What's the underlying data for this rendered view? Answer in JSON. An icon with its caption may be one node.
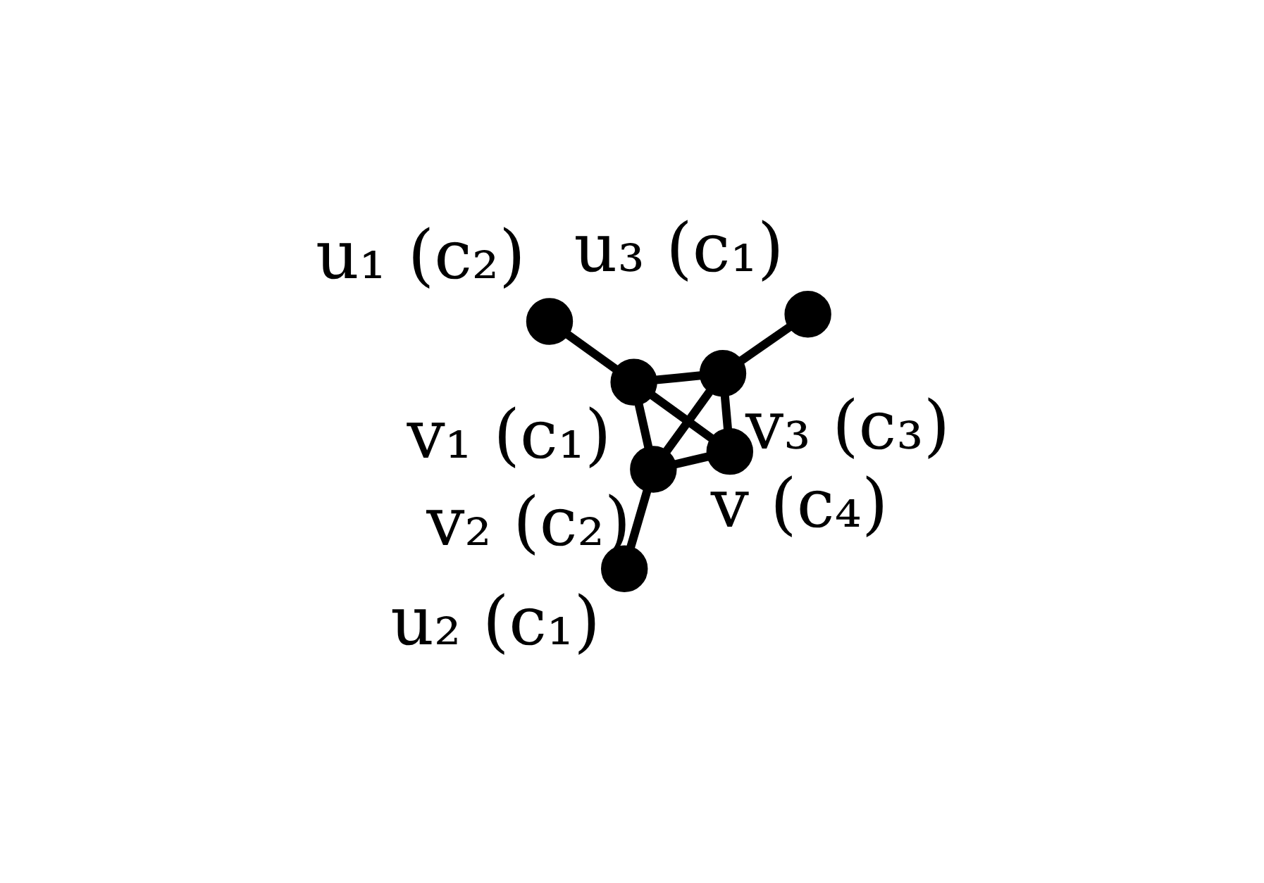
{
  "diagram": {
    "nodes": [
      {
        "text": [
          "u₁"
        ],
        "beside": [
          "(c₂)"
        ]
      },
      {
        "text": [
          "v₁"
        ],
        "beside": [
          "(c₁)"
        ]
      },
      {
        "text": [
          "v"
        ],
        "beside": [
          "(c₄)"
        ]
      },
      {
        "text": [
          "v₂"
        ],
        "beside": [
          "(c₂)"
        ]
      },
      {
        "text": [
          "v₃"
        ],
        "beside": [
          "(c₃)"
        ]
      },
      {
        "text": [
          "u₃"
        ],
        "beside": [
          "(c₁)"
        ]
      },
      {
        "text": [
          "u₂"
        ],
        "beside": [
          "(c₁)"
        ]
      }
    ],
    "edges": [
      {
        "from": 0,
        "to": 1,
        "arrow": "none"
      },
      {
        "from": 1,
        "to": 2,
        "arrow": "none"
      },
      {
        "from": 1,
        "to": 3,
        "arrow": "none"
      },
      {
        "from": 1,
        "to": 4,
        "arrow": "none"
      },
      {
        "from": 2,
        "to": 3,
        "arrow": "none"
      },
      {
        "from": 2,
        "to": 4,
        "arrow": "none"
      },
      {
        "from": 4,
        "to": 3,
        "arrow": "none"
      },
      {
        "from": 4,
        "to": 5,
        "arrow": "none"
      },
      {
        "from": 3,
        "to": 6,
        "arrow": "none"
      }
    ]
  }
}
